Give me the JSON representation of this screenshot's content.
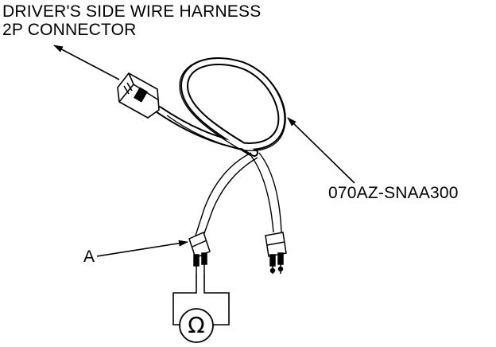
{
  "labels": {
    "connector_line1": "DRIVER'S SIDE WIRE HARNESS",
    "connector_line2": "2P CONNECTOR",
    "part_number": "070AZ-SNAA300",
    "callout_a": "A"
  },
  "meter": {
    "symbol": "Ω",
    "icon": "ohmmeter-icon"
  },
  "colors": {
    "ink": "#000000",
    "background": "#ffffff"
  }
}
